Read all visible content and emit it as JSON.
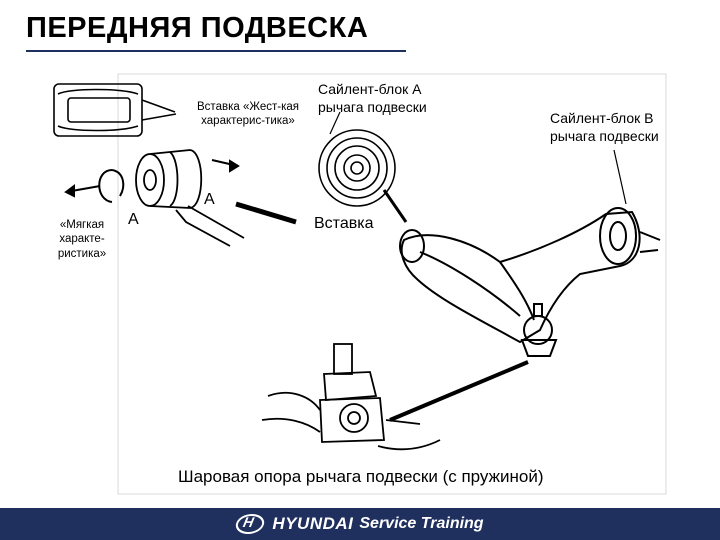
{
  "slide": {
    "title": "ПЕРЕДНЯЯ ПОДВЕСКА"
  },
  "labels": {
    "insert_hard": "Вставка «Жест-кая характерис-тика»",
    "insert_soft": "«Мягкая характе-ристика»",
    "bushing_a": "Сайлент-блок А рычага подвески",
    "bushing_b": "Сайлент-блок В рычага подвески",
    "insert": "Вставка",
    "section_a1": "A",
    "section_a2": "A",
    "ball_joint": "Шаровая опора рычага подвески (с пружиной)"
  },
  "footer": {
    "brand": "HYUNDAI",
    "tagline": "Service Training",
    "logo_icon": "hyundai-logo-icon",
    "color": "#1f2f5e"
  }
}
